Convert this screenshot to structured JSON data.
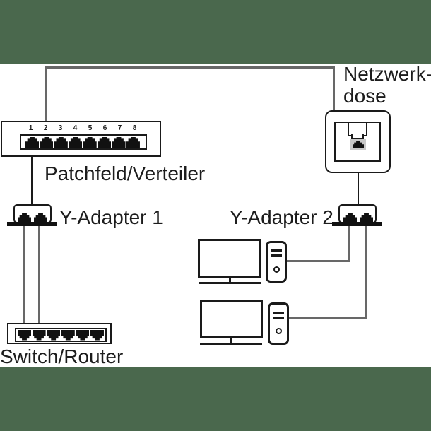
{
  "colors": {
    "band_green": "#4a684d",
    "stroke_black": "#1a1a1a",
    "cable_gray": "#686868",
    "socket_jack_slot_gray": "#c9c9c9",
    "background": "#ffffff"
  },
  "patch_panel": {
    "label": "Patchfeld/Verteiler",
    "ports": [
      "1",
      "2",
      "3",
      "4",
      "5",
      "6",
      "7",
      "8"
    ]
  },
  "network_socket": {
    "label_line1": "Netzwerk-",
    "label_line2": "dose"
  },
  "y_adapter_1": {
    "label": "Y-Adapter 1"
  },
  "y_adapter_2": {
    "label": "Y-Adapter 2"
  },
  "switch_router": {
    "label": "Switch/Router"
  }
}
